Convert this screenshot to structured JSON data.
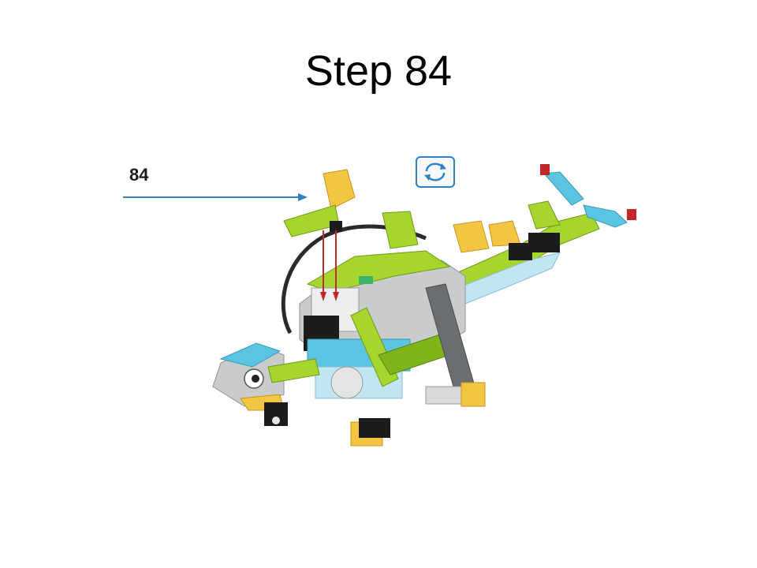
{
  "slide": {
    "title": "Step 84",
    "step_callout": "84"
  },
  "illustration": {
    "subject": "lego-robot-dinosaur-model",
    "icons": [
      "rotate-model-icon",
      "insert-direction-arrows"
    ],
    "colors": {
      "lime": "#a6d62e",
      "dark_lime": "#7fb51b",
      "yellow": "#f4c542",
      "medium_azure": "#5bc4e0",
      "light_gray": "#c9cbcd",
      "dark_gray": "#6b6e70",
      "black": "#1c1c1c",
      "trans_clear": "#bfe6f2",
      "arrow_blue": "#2f7fc1",
      "arrow_red": "#c0282a"
    }
  }
}
